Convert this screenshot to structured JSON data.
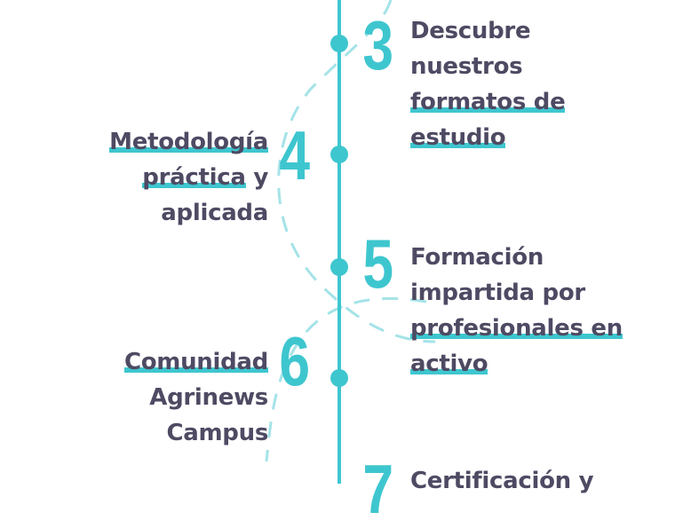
{
  "accent_color": "#3ec6cf",
  "text_color": "#4e4a63",
  "steps": [
    {
      "number": "3",
      "lines": [
        {
          "text": "Descubre",
          "u": false
        },
        {
          "text": "nuestros",
          "u": false
        },
        {
          "text": "formatos de",
          "u": true
        },
        {
          "text": "estudio",
          "u": true
        }
      ]
    },
    {
      "number": "4",
      "lines": [
        {
          "text": "Metodología",
          "u": true
        },
        {
          "pre": "práctica",
          "post": " y"
        },
        {
          "text": "aplicada",
          "u": false
        }
      ]
    },
    {
      "number": "5",
      "lines": [
        {
          "text": "Formación",
          "u": false
        },
        {
          "text": "impartida por",
          "u": false
        },
        {
          "text": "profesionales en",
          "u": true
        },
        {
          "text": "activo",
          "u": true
        }
      ]
    },
    {
      "number": "6",
      "lines": [
        {
          "text": "Comunidad",
          "u": true
        },
        {
          "text": "Agrinews",
          "u": false
        },
        {
          "text": "Campus",
          "u": false
        }
      ]
    },
    {
      "number": "7",
      "lines": [
        {
          "text": "Certificación y",
          "u": false
        }
      ]
    }
  ]
}
